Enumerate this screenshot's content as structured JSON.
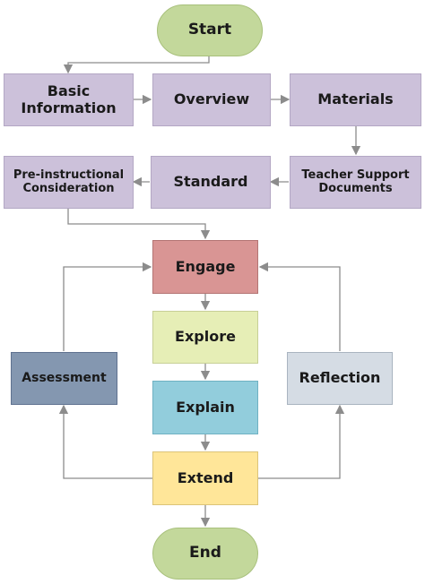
{
  "nodes": {
    "start": "Start",
    "basic_information": "Basic\nInformation",
    "overview": "Overview",
    "materials": "Materials",
    "teacher_support": "Teacher Support\nDocuments",
    "standard": "Standard",
    "pre_instructional": "Pre-instructional\nConsideration",
    "engage": "Engage",
    "explore": "Explore",
    "explain": "Explain",
    "extend": "Extend",
    "assessment": "Assessment",
    "reflection": "Reflection",
    "end": "End"
  },
  "colors": {
    "terminal": "#c3d89b",
    "process": "#ccc1da",
    "engage": "#d99594",
    "explore": "#e6eeb6",
    "explain": "#92cddc",
    "extend": "#ffe699",
    "assessment": "#8497b0",
    "reflection": "#d5dce4",
    "connector": "#8c8c8c"
  }
}
